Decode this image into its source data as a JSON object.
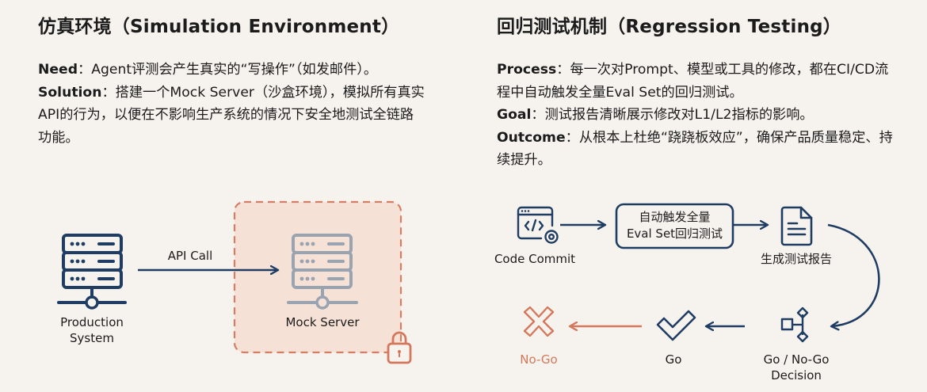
{
  "left": {
    "title": "仿真环境（Simulation Environment）",
    "paragraphs": [
      {
        "label": "Need",
        "sep": "：",
        "text": "Agent评测会产生真实的“写操作”（如发邮件）。"
      },
      {
        "label": "Solution",
        "sep": "：",
        "text": "搭建一个Mock Server（沙盒环境），模拟所有真实API的行为，以便在不影响生产系统的情况下安全地测试全链路功能。"
      }
    ],
    "diagram": {
      "production_label_line1": "Production",
      "production_label_line2": "System",
      "arrow_label": "API Call",
      "mock_label": "Mock Server"
    }
  },
  "right": {
    "title": "回归测试机制（Regression Testing）",
    "paragraphs": [
      {
        "label": "Process",
        "sep": "：",
        "text": "每一次对Prompt、模型或工具的修改，都在CI/CD流程中自动触发全量Eval Set的回归测试。"
      },
      {
        "label": "Goal",
        "sep": "：",
        "text": "测试报告清晰展示修改对L1/L2指标的影响。"
      },
      {
        "label": "Outcome",
        "sep": "：",
        "text": "从根本上杜绝“跷跷板效应”，确保产品质量稳定、持续提升。"
      }
    ],
    "flow": {
      "code_commit": "Code Commit",
      "trigger_line1": "自动触发全量",
      "trigger_line2": "Eval Set回归测试",
      "report": "生成测试报告",
      "decision_line1": "Go / No-Go",
      "decision_line2": "Decision",
      "go": "Go",
      "nogo": "No-Go"
    }
  },
  "colors": {
    "navy": "#1f3d63",
    "grey_server": "#9aa3b0",
    "orange": "#d4785c",
    "sandbox_fill": "#f6e1d6"
  }
}
